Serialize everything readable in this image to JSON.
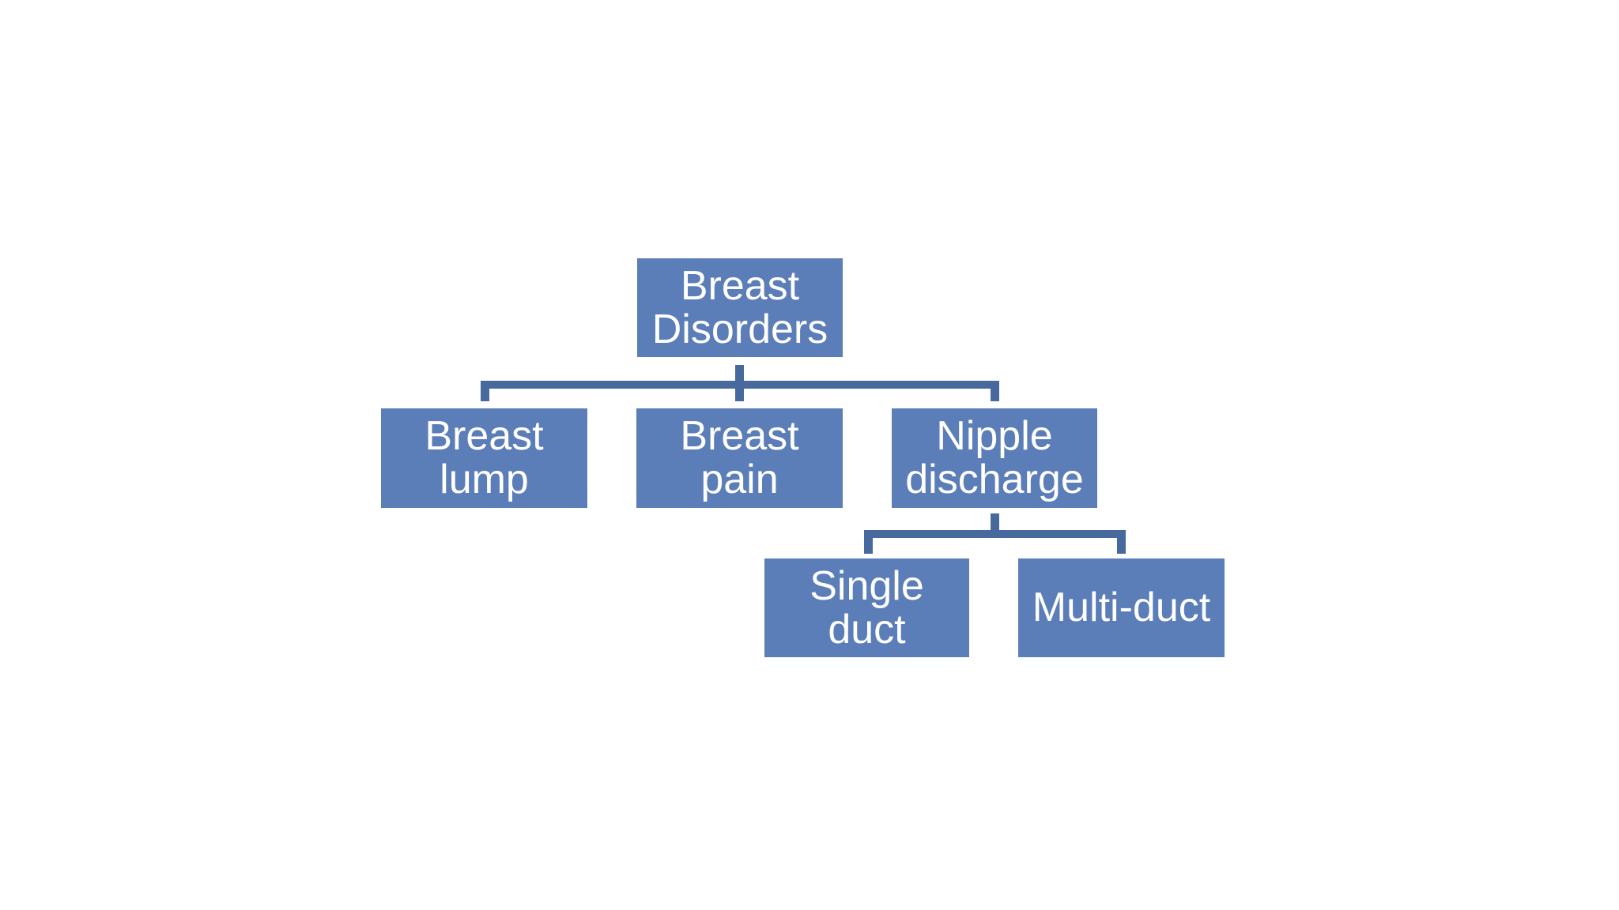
{
  "theme": {
    "background": "#ffffff",
    "node_fill": "#5b7db8",
    "connector_color": "#48699e",
    "text_color": "#ffffff"
  },
  "diagram": {
    "type": "hierarchy-flowchart",
    "root": "Breast Disorders",
    "nodes": [
      {
        "id": "breast-disorders",
        "label": "Breast Disorders",
        "lines": [
          "Breast",
          "Disorders"
        ]
      },
      {
        "id": "breast-lump",
        "label": "Breast lump",
        "lines": [
          "Breast",
          "lump"
        ]
      },
      {
        "id": "breast-pain",
        "label": "Breast pain",
        "lines": [
          "Breast",
          "pain"
        ]
      },
      {
        "id": "nipple-discharge",
        "label": "Nipple discharge",
        "lines": [
          "Nipple",
          "discharge"
        ]
      },
      {
        "id": "single-duct",
        "label": "Single duct",
        "lines": [
          "Single",
          "duct"
        ]
      },
      {
        "id": "multi-duct",
        "label": "Multi-duct",
        "lines": [
          "Multi-duct"
        ]
      }
    ],
    "edges": [
      {
        "from": "Breast Disorders",
        "to": "Breast lump"
      },
      {
        "from": "Breast Disorders",
        "to": "Breast pain"
      },
      {
        "from": "Breast Disorders",
        "to": "Nipple discharge"
      },
      {
        "from": "Nipple discharge",
        "to": "Single duct"
      },
      {
        "from": "Nipple discharge",
        "to": "Multi-duct"
      }
    ]
  }
}
